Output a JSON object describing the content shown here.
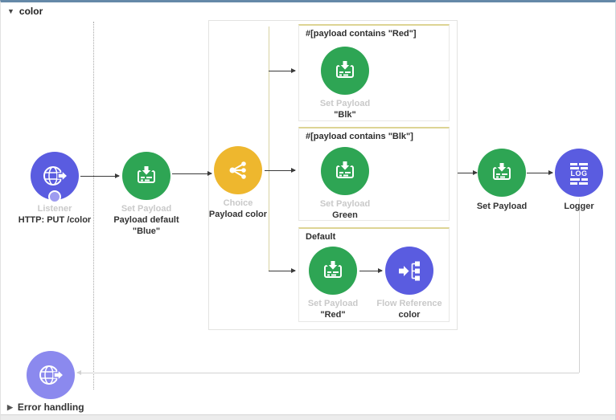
{
  "header": {
    "icon": "▼",
    "title": "color"
  },
  "footer": {
    "icon": "▶",
    "title": "Error handling"
  },
  "flow": {
    "listener": {
      "type": "Listener",
      "name": "HTTP: PUT /color"
    },
    "set_payload_default": {
      "type": "Set Payload",
      "name1": "Payload default",
      "name2": "\"Blue\""
    },
    "choice": {
      "type": "Choice",
      "name": "Payload color"
    },
    "set_payload_final": {
      "name": "Set Payload"
    },
    "logger": {
      "name": "Logger",
      "icon_text": "LOG"
    }
  },
  "branches": [
    {
      "condition": "#[payload contains \"Red\"]",
      "type": "Set Payload",
      "name": "\"Blk\""
    },
    {
      "condition": "#[payload contains \"Blk\"]",
      "type": "Set Payload",
      "name": "Green"
    },
    {
      "condition": "Default",
      "type": "Set Payload",
      "name": "\"Red\"",
      "ref_type": "Flow Reference",
      "ref_name": "color"
    }
  ],
  "colors": {
    "connector_indigo": "#5a5ce0",
    "error_indigo": "#8b89ee",
    "transform_green": "#2ea554",
    "router_yellow": "#eeb72e",
    "canvas_top_border": "#6589a8",
    "branch_accent": "#ddd494",
    "muted_label": "#c9c9c9",
    "dark_label": "#333333"
  },
  "icons": {
    "listener": "globe-arrow-icon",
    "set_payload": "document-download-icon",
    "choice": "branch-dots-icon",
    "flow_reference": "arrow-tree-icon",
    "logger": "log-lines-icon",
    "error_source": "globe-arrow-icon"
  }
}
